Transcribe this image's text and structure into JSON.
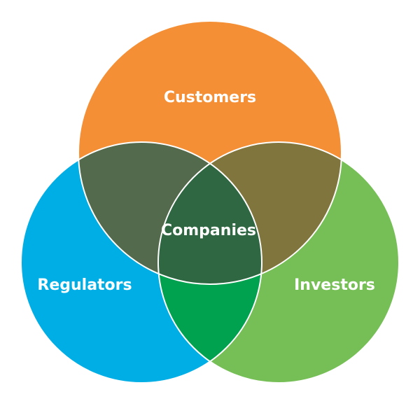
{
  "diagram": {
    "sets": [
      {
        "id": "customers",
        "label": "Customers",
        "color": "#F58F35"
      },
      {
        "id": "regulators",
        "label": "Regulators",
        "color": "#00AEE6"
      },
      {
        "id": "investors",
        "label": "Investors",
        "color": "#76BF56"
      }
    ],
    "overlaps": {
      "customers_regulators": "#536B4C",
      "customers_investors": "#80753C",
      "regulators_investors": "#00A250",
      "center": {
        "label": "Companies",
        "color": "#2E6741"
      }
    },
    "outline_color": "#ffffff"
  }
}
